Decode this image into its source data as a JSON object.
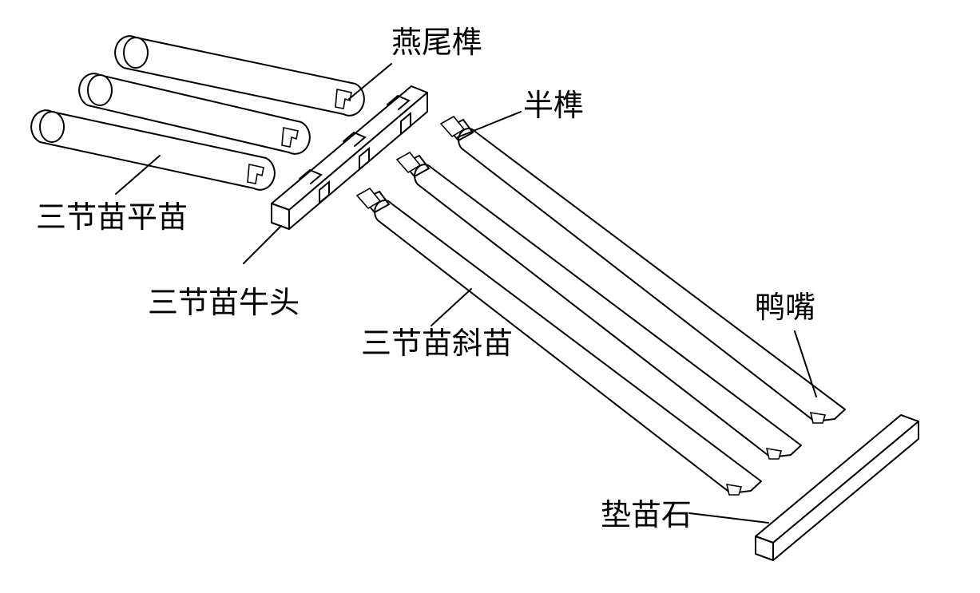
{
  "labels": {
    "yanweisun": "燕尾榫",
    "pingmiao": "三节苗平苗",
    "niutou": "三节苗牛头",
    "bansun": "半榫",
    "ximiao": "三节苗斜苗",
    "yazui": "鸭嘴",
    "dianmiaoshi": "垫苗石"
  },
  "colors": {
    "line": "#000000",
    "background": "#ffffff"
  }
}
